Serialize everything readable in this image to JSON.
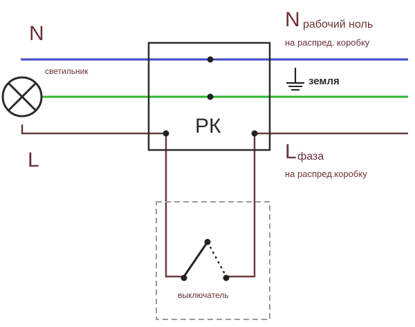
{
  "labels": {
    "neutral_left": "N",
    "lamp": "светильник",
    "phase_left": "L",
    "neutral_right_letter": "N",
    "neutral_right_text": "рабочий ноль",
    "neutral_right_sub": "на распред. коробку",
    "earth": "земля",
    "junction_box": "РК",
    "phase_right_letter": "L",
    "phase_right_text": "фаза",
    "phase_right_sub": "на распред.коробку",
    "switch": "выключатель"
  },
  "colors": {
    "neutral_wire": "#3b48c9",
    "earth_wire": "#2fb52f",
    "phase_wire": "#6b3a3a",
    "text": "#6b2f36",
    "box_outline": "#2b2b2b",
    "switch_outline": "#9a9a9a"
  }
}
